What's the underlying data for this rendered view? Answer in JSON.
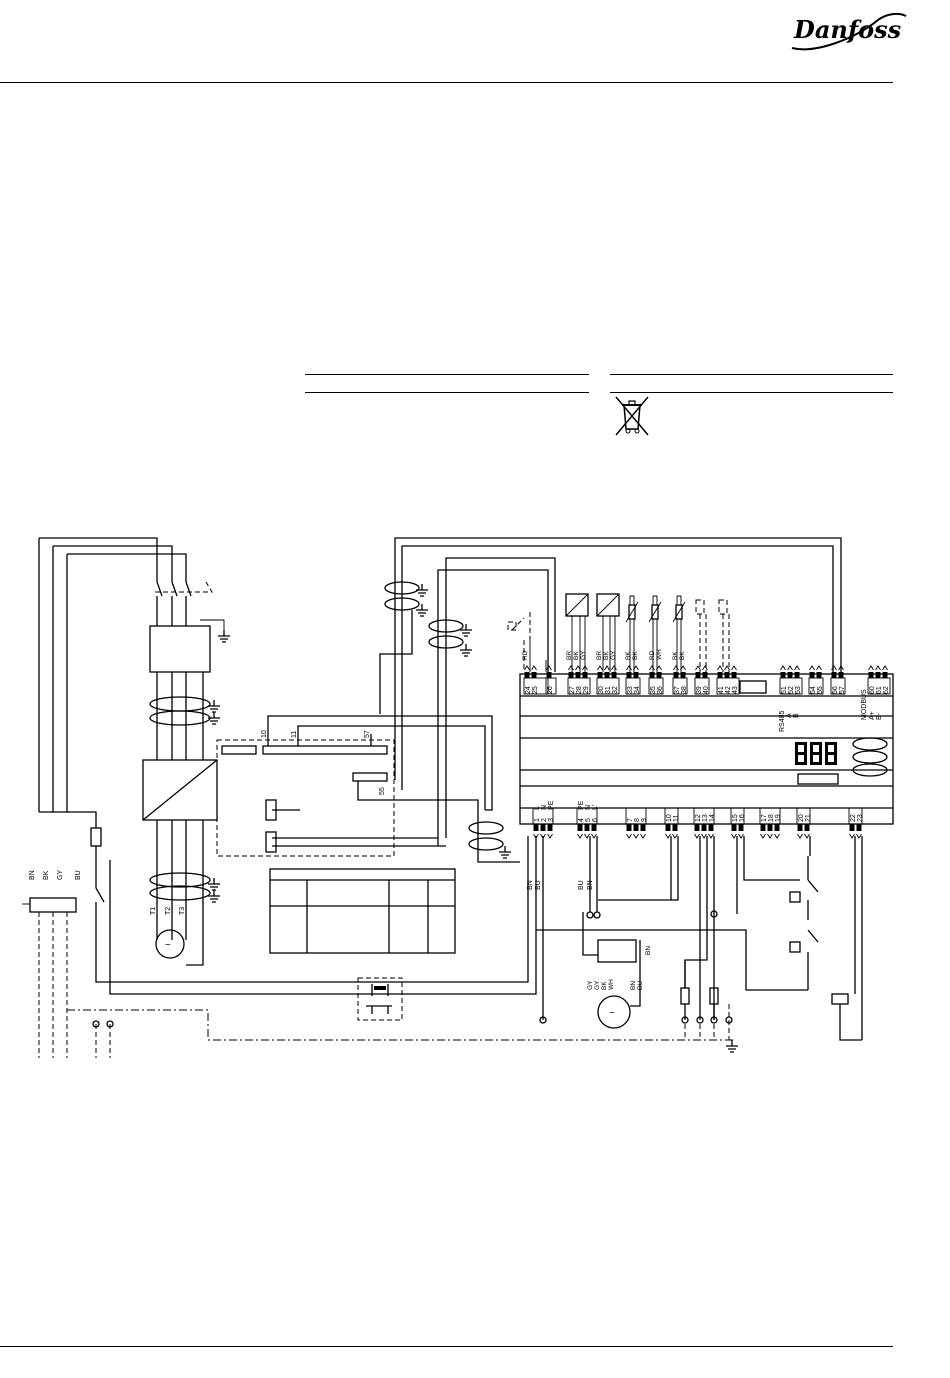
{
  "brand": {
    "name": "Danfoss",
    "color": "#000000"
  },
  "terminals": {
    "top_inputs": [
      "24",
      "25",
      "26",
      "27",
      "28",
      "29",
      "30",
      "31",
      "32",
      "33",
      "34",
      "35",
      "36",
      "37",
      "38",
      "39",
      "40",
      "41",
      "42",
      "43"
    ],
    "comm": [
      "51",
      "52",
      "53",
      "54",
      "55",
      "56",
      "57",
      "60",
      "61",
      "62"
    ],
    "comm_labels": [
      "RS485",
      "A",
      "B",
      "MODBUS",
      "A+",
      "B-"
    ],
    "bottom_supply": [
      "1",
      "2",
      "3",
      "4",
      "5",
      "6"
    ],
    "bottom_supply_labels": [
      "L",
      "N",
      "PE",
      "PE",
      "N",
      "L'"
    ],
    "bottom_relays": [
      "7",
      "8",
      "9",
      "10",
      "11",
      "12",
      "13",
      "14",
      "15",
      "16",
      "17",
      "18",
      "19",
      "20",
      "21",
      "22",
      "23"
    ]
  },
  "wire_colors": {
    "probe1": [
      "BR",
      "BK",
      "GY"
    ],
    "probe2": [
      "BR",
      "BK",
      "GY"
    ],
    "probe3": [
      "BK",
      "BK"
    ],
    "probe4": [
      "RD",
      "WH"
    ],
    "probe5": [
      "BK",
      "BK"
    ],
    "probe6": [
      "RD"
    ],
    "supply": [
      "BN",
      "BU",
      "BU",
      "BN"
    ],
    "phases": [
      "BN",
      "BK",
      "GY",
      "BU"
    ],
    "fan": [
      "GY",
      "GY",
      "BK",
      "WH",
      "BN",
      "BU",
      "BN"
    ]
  },
  "drive": {
    "terminals_a": [
      "10",
      "11",
      "57"
    ],
    "terminals_b": [
      "55"
    ],
    "motor_phases": [
      "T1",
      "T2",
      "T3"
    ]
  },
  "display": {
    "digits": "888"
  }
}
